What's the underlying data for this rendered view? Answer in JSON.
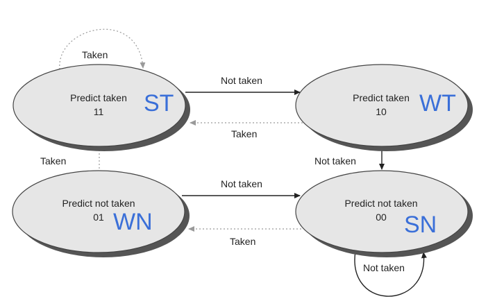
{
  "states": {
    "st": {
      "label": "Predict taken",
      "code": "11",
      "abbr": "ST"
    },
    "wt": {
      "label": "Predict taken",
      "code": "10",
      "abbr": "WT"
    },
    "wn": {
      "label": "Predict not taken",
      "code": "01",
      "abbr": "WN"
    },
    "sn": {
      "label": "Predict not taken",
      "code": "00",
      "abbr": "SN"
    }
  },
  "edges": {
    "st_self": "Taken",
    "st_to_wt": "Not taken",
    "wt_to_st": "Taken",
    "wt_to_sn": "Not taken",
    "wn_to_st": "Taken",
    "wn_to_sn": "Not taken",
    "sn_to_wn": "Taken",
    "sn_self": "Not taken"
  },
  "colors": {
    "abbr": "#3a6fd8",
    "node_fill": "#e6e6e6",
    "node_shadow": "#555555",
    "solid_edge": "#222222",
    "dotted_edge": "#9a9a9a"
  }
}
